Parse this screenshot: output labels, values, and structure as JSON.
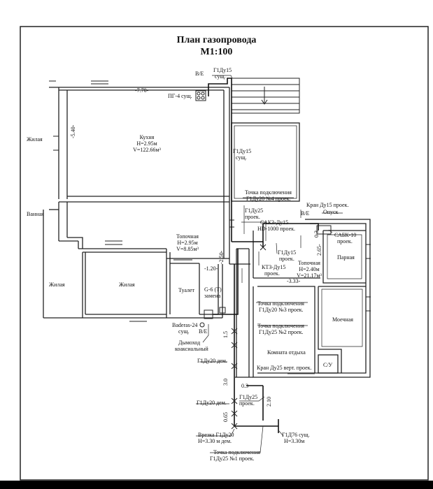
{
  "title": {
    "line1": "План газопровода",
    "line2": "М1:100"
  },
  "rooms": {
    "kitchen": {
      "name": "Кухня",
      "h": "H=2.95м",
      "v": "V=122.66м³"
    },
    "living_left_top": "Жилая",
    "bathroom": "Ванная",
    "living_left_bottom": "Жилая",
    "living_center": "Жилая",
    "toilet": "Туалет",
    "furnace_main": {
      "name": "Топочная",
      "h": "H=2.95м",
      "v": "V=8.85м³"
    },
    "furnace_right": {
      "name": "Топочная",
      "h": "H=2.40м",
      "v": "V=21.17м³"
    },
    "steam_room": "Парная",
    "washing_room": "Моечная",
    "rest_room": "Комната отдыха",
    "wc": "С/У"
  },
  "dimensions": {
    "kitchen_width": "-7.70-",
    "kitchen_depth": "-5.40-",
    "furnace_width": "-1.20-",
    "furnace_depth": "-2.50-",
    "furnace_right_width": "-3.33-",
    "steam_depth": "2.65-",
    "pipe_03_a": "0.3",
    "pipe_15": "1.5",
    "pipe_30": "3.0",
    "pipe_03_b": "0.3",
    "pipe_065": "0.65",
    "pipe_210": "2.10"
  },
  "labels": {
    "ve_top": "В/Е",
    "g1du15_top": "Г1Ду15",
    "sush_top": "сущ.",
    "pg4": "ПГ-4 сущ.",
    "g1du15_mid": "Г1Ду15",
    "sush_mid": "сущ.",
    "tp4_a": "Точка подключения",
    "tp4_b": "Г1Ду20 №4 проек.",
    "g1du25_a": "Г1Ду25",
    "g1du25_b": "проек.",
    "sakz_a": "САКЗ-Ду15",
    "sakz_b": "HD-1000 проек.",
    "ve_right": "В/Е",
    "kran_a": "Кран Ду15 проек.",
    "opusk": "Опуск",
    "sabk_a": "САБК-10",
    "sabk_b": "проек.",
    "g1du15_pr_a": "Г1Ду15",
    "g1du15_pr_b": "проек.",
    "ktz_a": "КТЗ-Ду15",
    "ktz_b": "проек.",
    "g6_a": "G-6 (Т)",
    "g6_b": "замена",
    "tp3_a": "Точка подключения",
    "tp3_b": "Г1Ду20 №3 проек.",
    "tp2_a": "Точка подключения",
    "tp2_b": "Г1Ду25 №2 проек.",
    "baderas_a": "Baderas-24",
    "baderas_b": "сущ.",
    "ve_bottom": "В/Е",
    "chimney_a": "Дымоход",
    "chimney_b": "коаксиальный",
    "g1du20_dem1": "Г1Ду20 дем.",
    "kran25": "Кран Ду25 верт. проек.",
    "g1du20_dem2": "Г1Ду20 дем.",
    "g1du25_low_a": "Г1Ду25",
    "g1du25_low_b": "проек.",
    "vrezka_a": "Врезка Г1Ду20",
    "vrezka_b": "Н=3.30 м дем.",
    "g1du76_a": "Г1Д76 сущ.",
    "g1du76_b": "Н=3.30м",
    "tp1_a": "Точка подключения",
    "tp1_b": "Г1Ду25 №1 проек."
  }
}
